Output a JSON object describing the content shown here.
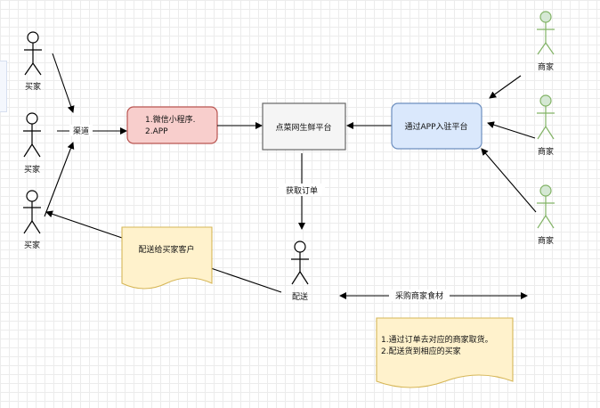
{
  "buyers": [
    {
      "label": "买家"
    },
    {
      "label": "买家"
    },
    {
      "label": "买家"
    }
  ],
  "merchants": [
    {
      "label": "商家"
    },
    {
      "label": "商家"
    },
    {
      "label": "商家"
    }
  ],
  "channel_label": "渠道",
  "channel_box": {
    "line1": "1.微信小程序.",
    "line2": "2.APP",
    "fill": "#f8cecc",
    "stroke": "#b85450"
  },
  "platform_box": {
    "label": "点菜网生鲜平台",
    "fill": "#f5f5f5",
    "stroke": "#666666"
  },
  "app_box": {
    "label": "通过APP入驻平台",
    "fill": "#dae8fc",
    "stroke": "#6c8ebf"
  },
  "get_order_label": "获取订单",
  "delivery_actor": {
    "label": "配送"
  },
  "deliver_note": {
    "label": "配送给买家客户",
    "fill": "#fff2cc",
    "stroke": "#d6b656"
  },
  "purchase_label": "采购商家食材",
  "info_note": {
    "line1": "1.通过订单去对应的商家取货。",
    "line2": "2.配送货到相应的买家",
    "fill": "#fff2cc",
    "stroke": "#d6b656"
  },
  "colors": {
    "merchant_actor": "#82b366",
    "merchant_fill": "#d5e8d4"
  }
}
